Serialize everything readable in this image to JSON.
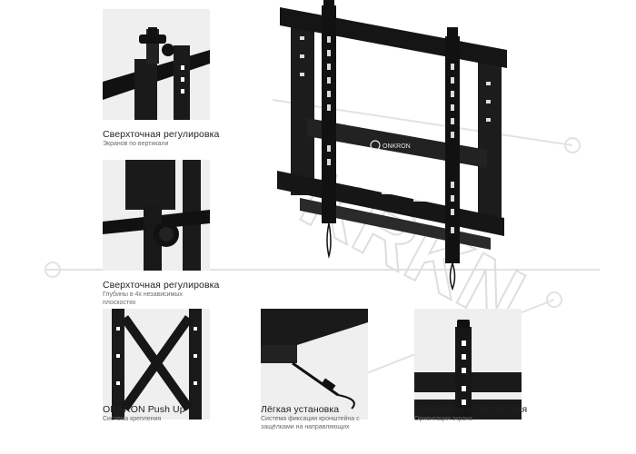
{
  "features": [
    {
      "title": "Сверхточная регулировка",
      "subtitle": "Экранов по вертикали"
    },
    {
      "title": "Сверхточная регулировка",
      "subtitle": "Глубины в 4х независимых плоскостях"
    },
    {
      "title": "ONKRON Push Up",
      "subtitle": "Система крепления"
    },
    {
      "title": "Лёгкая установка",
      "subtitle": "Система фиксации кронштейна с защёлками на направляющих"
    },
    {
      "title": "Альбомная и портретная",
      "subtitle": "Ориентация экрана"
    }
  ],
  "product": {
    "brand_logo": "ONKRON"
  },
  "watermark": {
    "text": "KRKN"
  }
}
